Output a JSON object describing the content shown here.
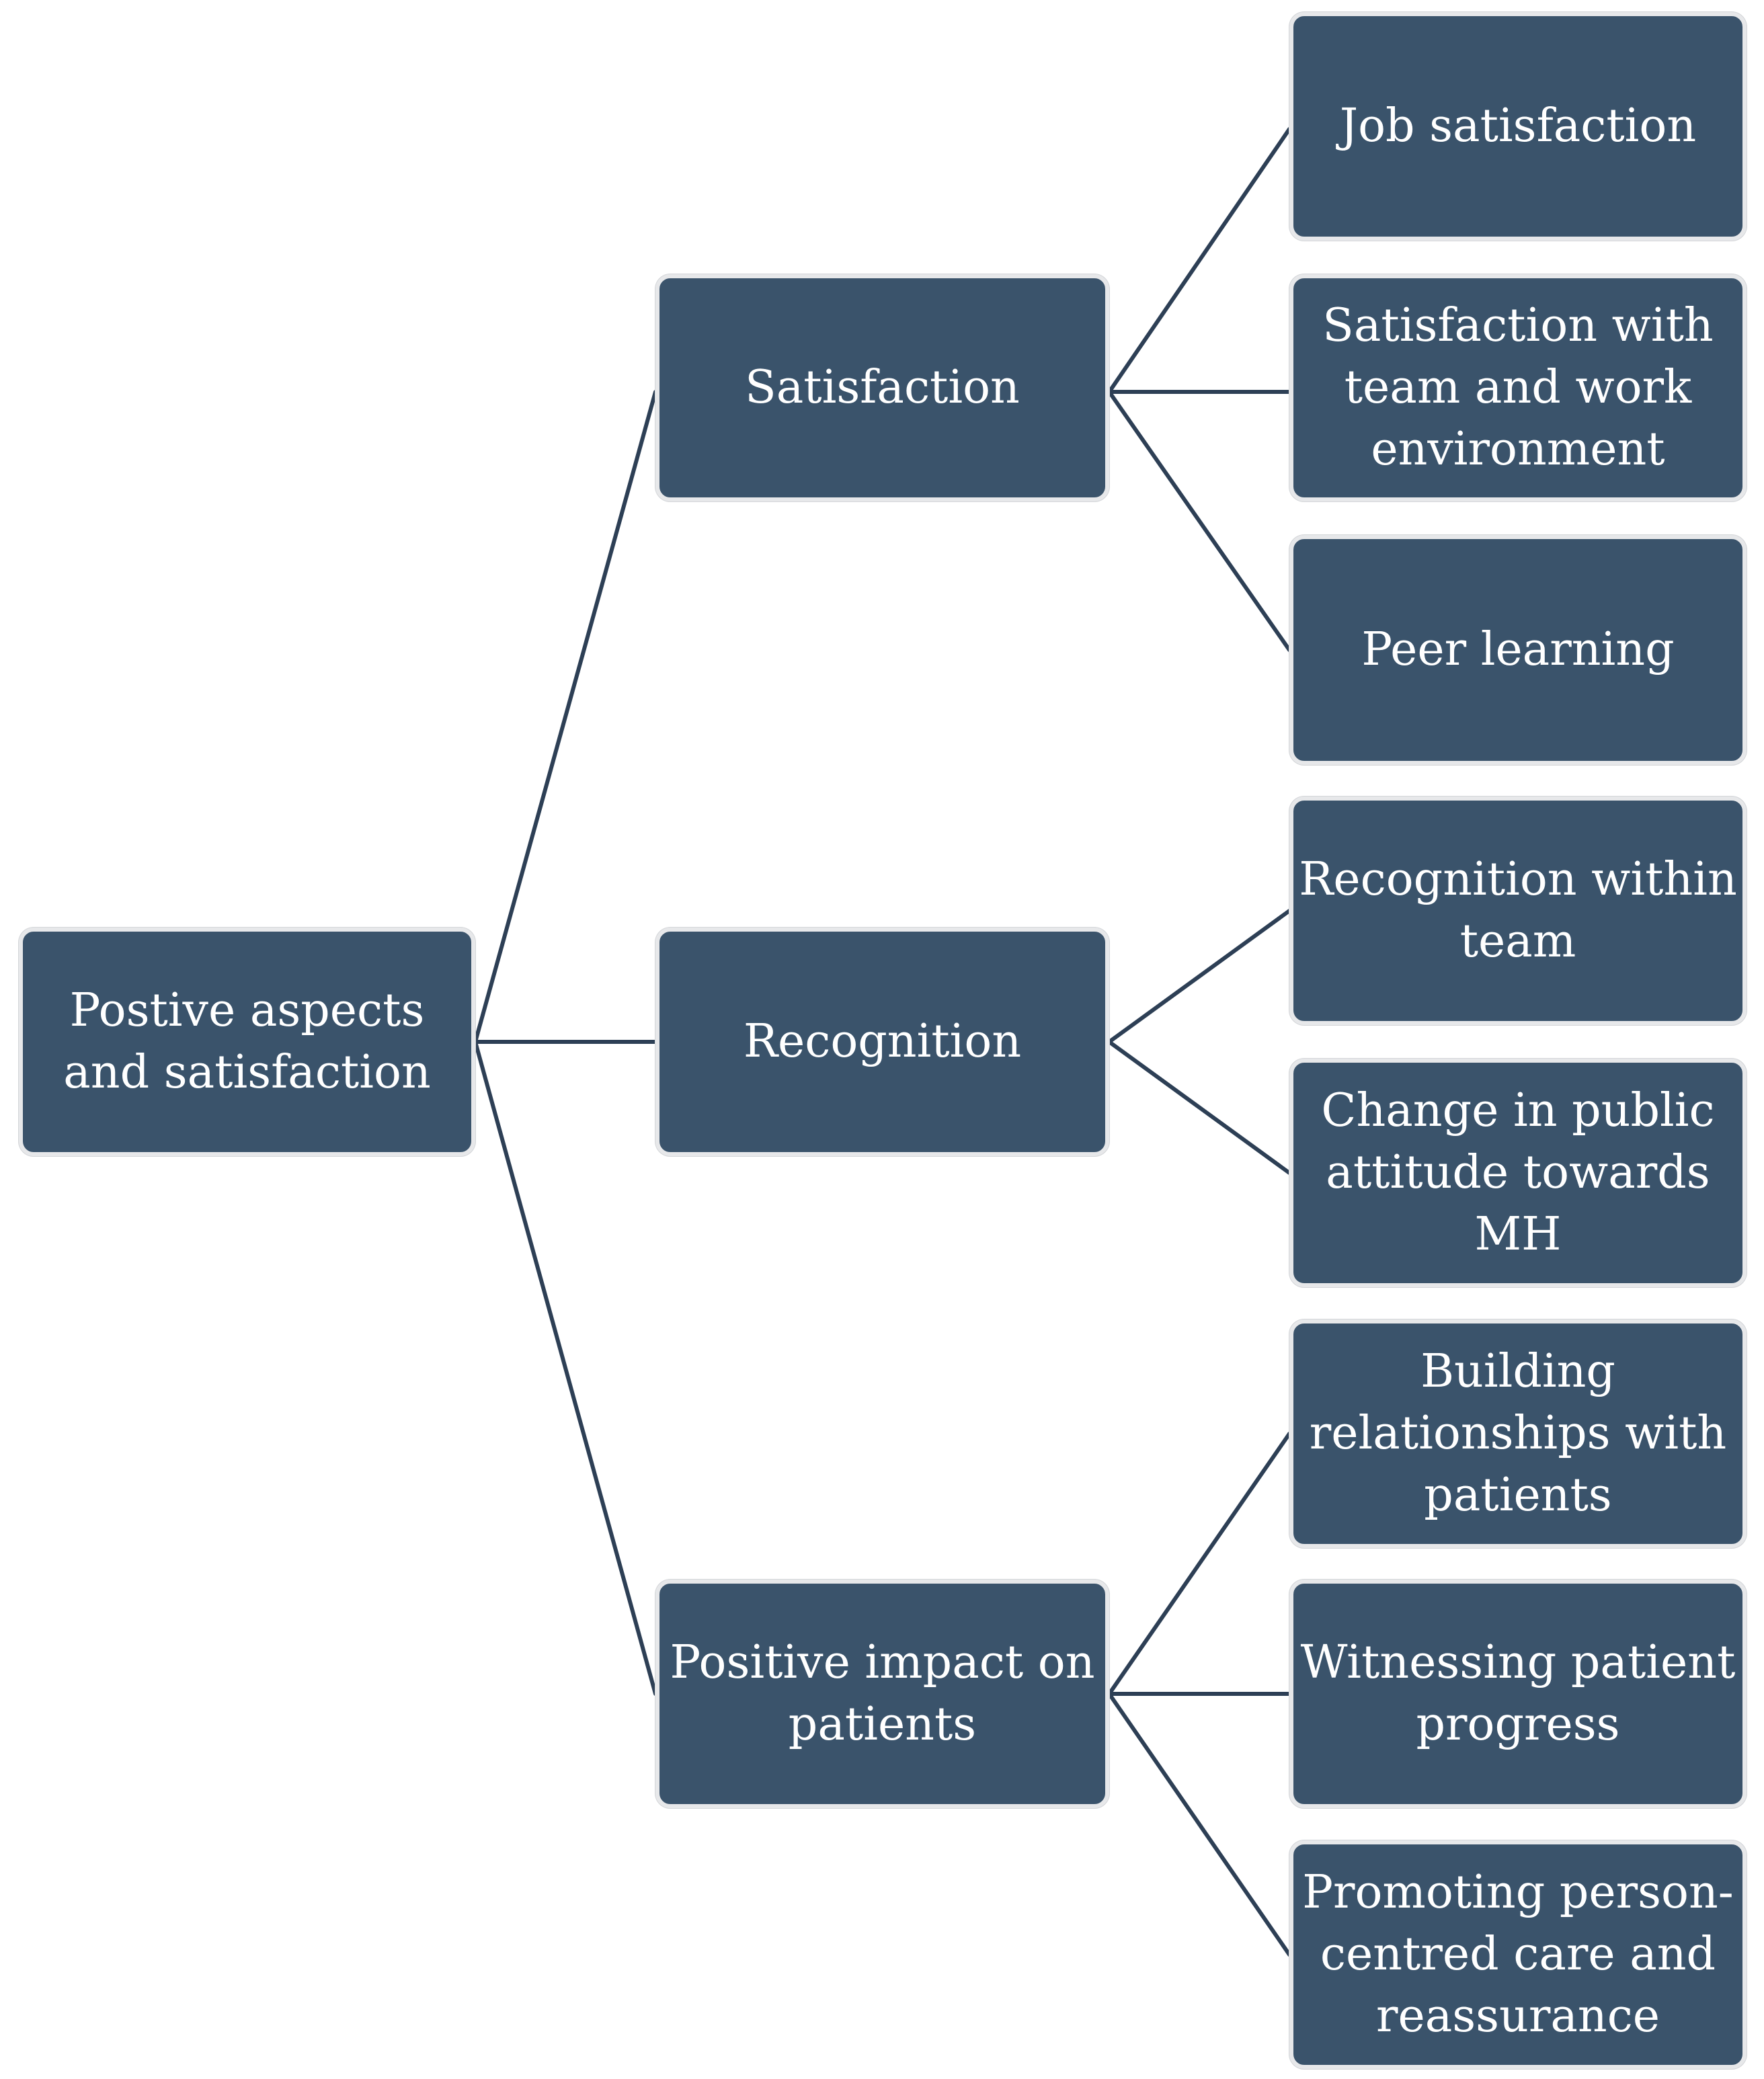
{
  "diagram": {
    "root": {
      "label": "Postive aspects and satisfaction"
    },
    "branches": [
      {
        "label": "Satisfaction",
        "children": [
          "Job satisfaction",
          "Satisfaction with team and work environment",
          "Peer learning"
        ]
      },
      {
        "label": "Recognition",
        "children": [
          "Recognition within team",
          "Change in public attitude towards MH"
        ]
      },
      {
        "label": "Positive impact on patients",
        "children": [
          "Building relationships with patients",
          "Witnessing patient progress",
          "Promoting person-centred care and reassurance"
        ]
      }
    ],
    "colors": {
      "node_fill": "#3a536b",
      "node_border": "#e7e8ea",
      "node_text": "#ffffff",
      "connector": "#2d3f55"
    }
  }
}
